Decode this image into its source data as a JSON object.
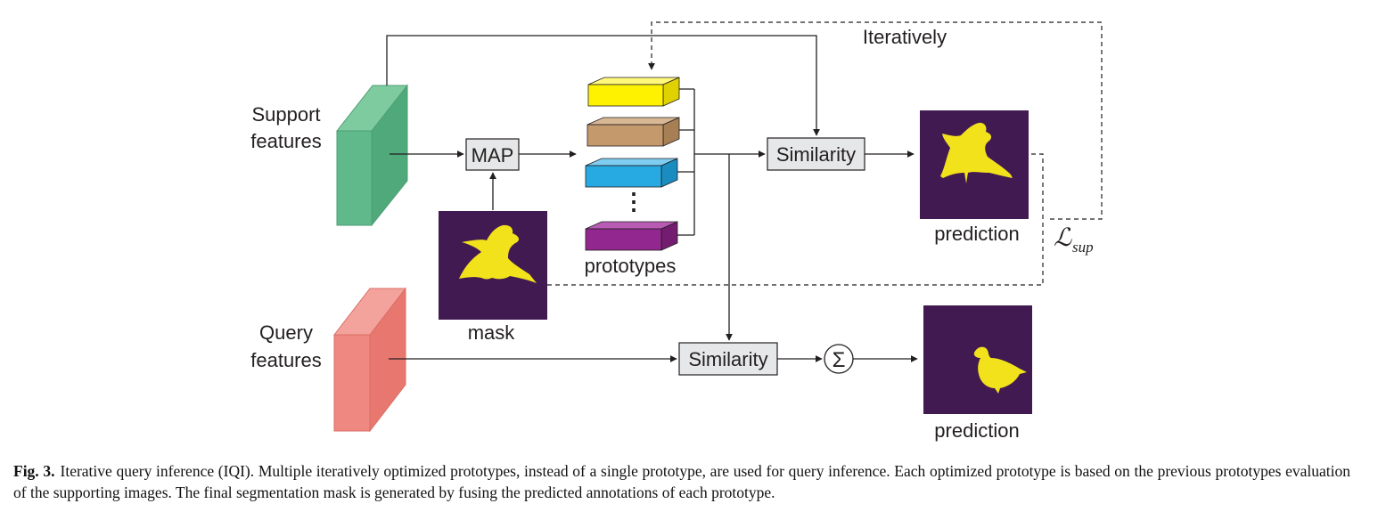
{
  "labels": {
    "support": [
      "Support",
      "features"
    ],
    "query": [
      "Query",
      "features"
    ],
    "map": "MAP",
    "prototypes": "prototypes",
    "mask": "mask",
    "similarity_top": "Similarity",
    "similarity_bottom": "Similarity",
    "prediction_top": "prediction",
    "prediction_bottom": "prediction",
    "iteratively": "Iteratively",
    "loss_main": "ℒ",
    "loss_sub": "sup",
    "sum_symbol": "Σ",
    "ellipsis": "⋮"
  },
  "colors": {
    "support_cube": "#5fb98a",
    "query_cube": "#ef8880",
    "prototype_colors": [
      "#fff200",
      "#c49a6c",
      "#27aae1",
      "#92278f"
    ],
    "mask_bg": "#421a52",
    "mask_fg": "#f2e21c",
    "box_fill": "#e6e7e8",
    "line": "#231f20"
  },
  "caption": {
    "label": "Fig. 3.",
    "text": "Iterative query inference (IQI). Multiple iteratively optimized prototypes, instead of a single prototype, are used for query inference. Each optimized prototype is based on the previous prototypes evaluation of the supporting images. The final segmentation mask is generated by fusing the predicted annotations of each prototype."
  }
}
